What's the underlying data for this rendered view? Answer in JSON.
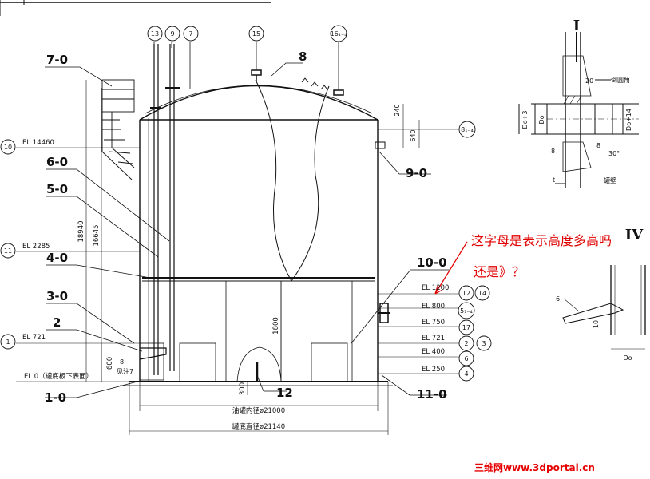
{
  "top_circles": [
    "13",
    "9",
    "7",
    "15",
    "16₁₋₄"
  ],
  "top_label_8": "8",
  "part_labels": {
    "p70": "7-0",
    "p60": "6-0",
    "p50": "5-0",
    "p40": "4-0",
    "p30": "3-0",
    "p2": "2",
    "p10": "1-0",
    "p90": "9-0",
    "p100": "10-0",
    "p110": "11-0",
    "p12": "12"
  },
  "left_elevations": {
    "c10": "10",
    "el14460": "EL 14460",
    "c11": "11",
    "el2285": "EL 2285",
    "c1": "1",
    "el721": "EL 721",
    "el0": "EL 0（罐底板下表面）"
  },
  "right_elevations": [
    {
      "el": "EL 1200",
      "c1": "12",
      "c2": "14"
    },
    {
      "el": "EL 800",
      "c1": "5₁₋₄",
      "c2": ""
    },
    {
      "el": "EL 750",
      "c1": "17",
      "c2": ""
    },
    {
      "el": "EL 721",
      "c1": "2",
      "c2": "3"
    },
    {
      "el": "EL 400",
      "c1": "6",
      "c2": ""
    },
    {
      "el": "EL 250",
      "c1": "4",
      "c2": ""
    }
  ],
  "c81": "8₁₋₄",
  "dims": {
    "d18940": "18940",
    "d16645": "16645",
    "d600": "600",
    "d1800": "1800",
    "d300": "300",
    "d240": "240",
    "d640": "640",
    "note8": "8",
    "note_ref": "见注7",
    "inner": "油罐内径ø21000",
    "bottom": "罐底直径ø21140"
  },
  "detail_I": {
    "title": "I",
    "dim20": "20",
    "chamfer": "倒圆角",
    "d3": "Do+3",
    "do": "Do",
    "d14": "Do+14",
    "d8a": "8",
    "d8b": "8",
    "angle": "30°",
    "wall": "罐壁",
    "t": "t"
  },
  "detail_IV": {
    "title": "IV",
    "d6": "6",
    "d10": "10",
    "do": "Do"
  },
  "annotation": {
    "line1": "这字母是表示高度多高吗",
    "line2": "还是》？"
  },
  "watermark": "三维网www.3dportal.cn"
}
